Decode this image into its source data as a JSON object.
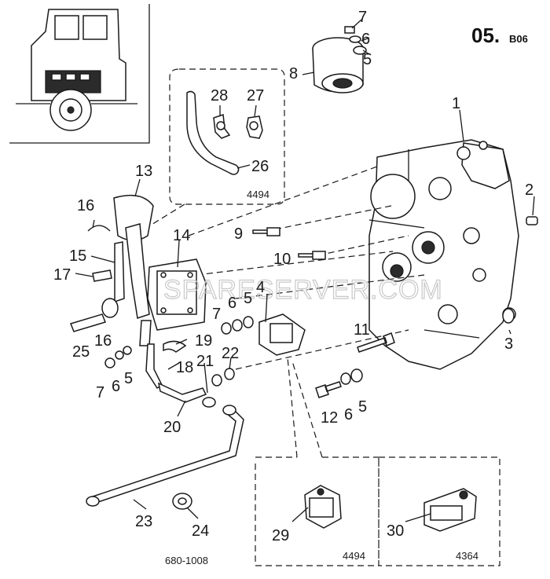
{
  "section": {
    "number": "05.",
    "suffix": "B06"
  },
  "drawing_ref": "680-1008",
  "watermark": "SPARESERVER.COM",
  "inset_codes": {
    "detail_top": "4494",
    "detail_29": "4494",
    "detail_30": "4364"
  },
  "callouts": [
    "1",
    "2",
    "3",
    "4",
    "5",
    "5",
    "5",
    "5",
    "6",
    "6",
    "6",
    "6",
    "7",
    "7",
    "7",
    "8",
    "9",
    "10",
    "11",
    "12",
    "13",
    "14",
    "15",
    "16",
    "16",
    "17",
    "18",
    "19",
    "20",
    "21",
    "22",
    "23",
    "24",
    "25",
    "26",
    "27",
    "28",
    "29",
    "30"
  ]
}
